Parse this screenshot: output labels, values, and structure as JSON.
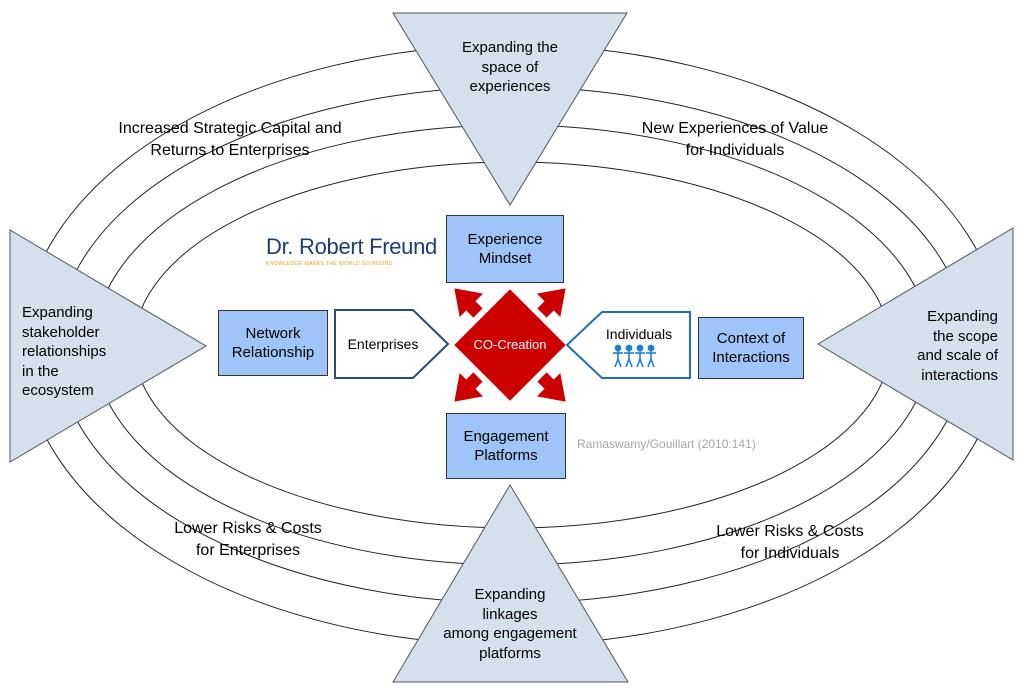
{
  "triangles": {
    "top": {
      "lines": [
        "Expanding the",
        "space of",
        "experiences"
      ]
    },
    "left": {
      "lines": [
        "Expanding",
        "stakeholder",
        "relationships",
        "in the",
        "ecosystem"
      ]
    },
    "right": {
      "lines": [
        "Expanding",
        "the scope",
        "and scale of",
        "interactions"
      ]
    },
    "bottom": {
      "lines": [
        "Expanding",
        "linkages",
        "among engagement",
        "platforms"
      ]
    }
  },
  "ring_labels": {
    "top_left": {
      "lines": [
        "Increased Strategic Capital and",
        "Returns to Enterprises"
      ]
    },
    "top_right": {
      "lines": [
        "New Experiences of Value",
        "for Individuals"
      ]
    },
    "bottom_left": {
      "lines": [
        "Lower Risks & Costs",
        "for Enterprises"
      ]
    },
    "bottom_right": {
      "lines": [
        "Lower Risks & Costs",
        "for Individuals"
      ]
    }
  },
  "boxes": {
    "experience": {
      "lines": [
        "Experience",
        "Mindset"
      ]
    },
    "engagement": {
      "lines": [
        "Engagement",
        "Platforms"
      ]
    },
    "network": {
      "lines": [
        "Network",
        "Relationship"
      ]
    },
    "context": {
      "lines": [
        "Context of",
        "Interactions"
      ]
    }
  },
  "arrows": {
    "enterprises": "Enterprises",
    "individuals": "Individuals"
  },
  "center": {
    "label": "CO-Creation"
  },
  "logo": {
    "name": "Dr. Robert Freund",
    "tagline": "KNOWLEDGE MAKES THE WORLD GO ROUND"
  },
  "credit": "Ramaswamy/Gouillart (2010:141)",
  "colors": {
    "triangle_fill": "#d5e0ec",
    "box_fill": "#9fc5f8",
    "center_red": "#cc0000",
    "arrow_outline_dark": "#2c4a6e",
    "arrow_outline_blue": "#1f6fbf",
    "people_blue": "#1e7fd6",
    "logo_navy": "#1e3f6e",
    "logo_orange": "#e8a21a",
    "credit_gray": "#a6a6a6"
  }
}
